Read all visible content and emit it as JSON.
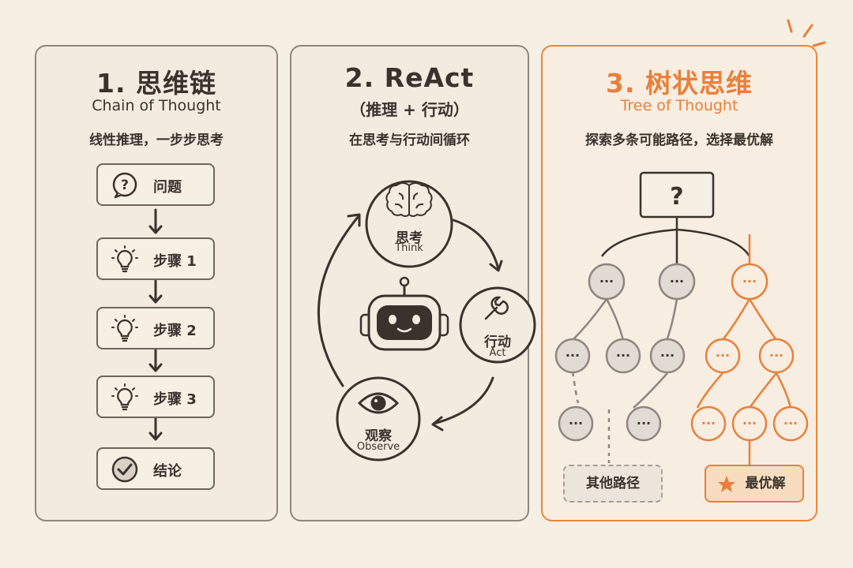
{
  "panel1": {
    "title": "1. 思维链",
    "subtitle": "Chain of Thought",
    "description": "线性推理，一步步思考",
    "steps": [
      {
        "label": "问题",
        "icon": "question-bubble-icon"
      },
      {
        "label": "步骤 1",
        "icon": "lightbulb-icon"
      },
      {
        "label": "步骤 2",
        "icon": "lightbulb-icon"
      },
      {
        "label": "步骤 3",
        "icon": "lightbulb-icon"
      },
      {
        "label": "结论",
        "icon": "checkmark-icon"
      }
    ]
  },
  "panel2": {
    "title": "2. ReAct",
    "subtitle": "（推理 + 行动）",
    "description": "在思考与行动间循环",
    "think": {
      "label": "思考",
      "sub": "Think",
      "icon": "brain-icon"
    },
    "act": {
      "label": "行动",
      "sub": "Act",
      "icon": "wrench-icon"
    },
    "observe": {
      "label": "观察",
      "sub": "Observe",
      "icon": "eye-icon"
    },
    "center_icon": "robot-icon"
  },
  "panel3": {
    "title": "3. 树状思维",
    "subtitle": "Tree of Thought",
    "description": "探索多条可能路径，选择最优解",
    "root_symbol": "?",
    "node_symbol": "···",
    "other_paths_label": "其他路径",
    "best_label": "最优解",
    "best_icon": "star-icon"
  },
  "colors": {
    "background": "#f6efe4",
    "ink": "#3a332d",
    "gray": "#8f8680",
    "accent": "#e8803a"
  }
}
